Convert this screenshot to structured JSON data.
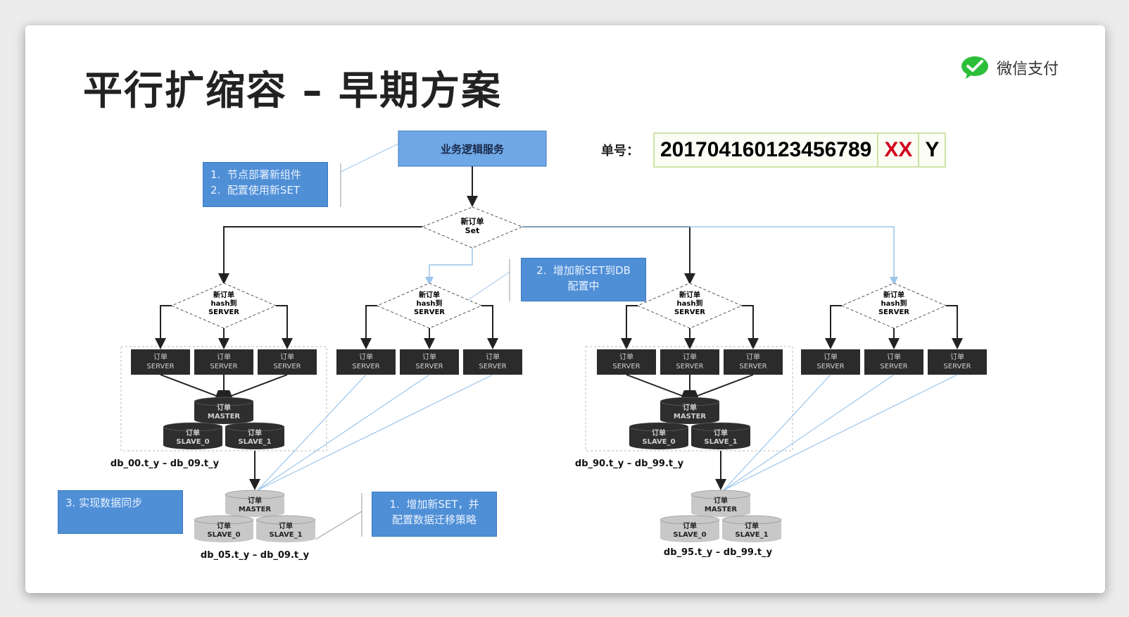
{
  "title": "平行扩缩容 – 早期方案",
  "brand": {
    "name": "微信支付",
    "icon": "wechat-pay-logo",
    "color": "#2dbe3a"
  },
  "order_number": {
    "label": "单号：",
    "digits": "201704160123456789",
    "xx": "XX",
    "y": "Y",
    "xx_color": "#d0021b"
  },
  "service_box": "业务逻辑服务",
  "callouts": {
    "step1": "1.  节点部署新组件\n2.  配置使用新SET",
    "step2": "2.  增加新SET到DB\n配置中",
    "step3": "3.  实现数据同步",
    "step4": "1.  增加新SET，并\n配置数据迁移策略"
  },
  "set_decision": "新订单\nSet",
  "hash_decision": "新订单\nhash到\nSERVER",
  "server_label": "订单\nSERVER",
  "db": {
    "master": "订单\nMASTER",
    "slave0": "订单\nSLAVE_0",
    "slave1": "订单\nSLAVE_1"
  },
  "ranges": {
    "left_top": "db_00.t_y – db_09.t_y",
    "left_bottom": "db_05.t_y – db_09.t_y",
    "right_top": "db_90.t_y – db_99.t_y",
    "right_bottom": "db_95.t_y – db_99.t_y"
  },
  "colors": {
    "callout_bg": "#4f8fd6",
    "service_bg": "#6fa8e6",
    "server_bg": "#2b2b2b",
    "db_dark": "#2e2e2e",
    "db_light": "#c8c8c8",
    "migration_line": "#9cc5ea"
  }
}
